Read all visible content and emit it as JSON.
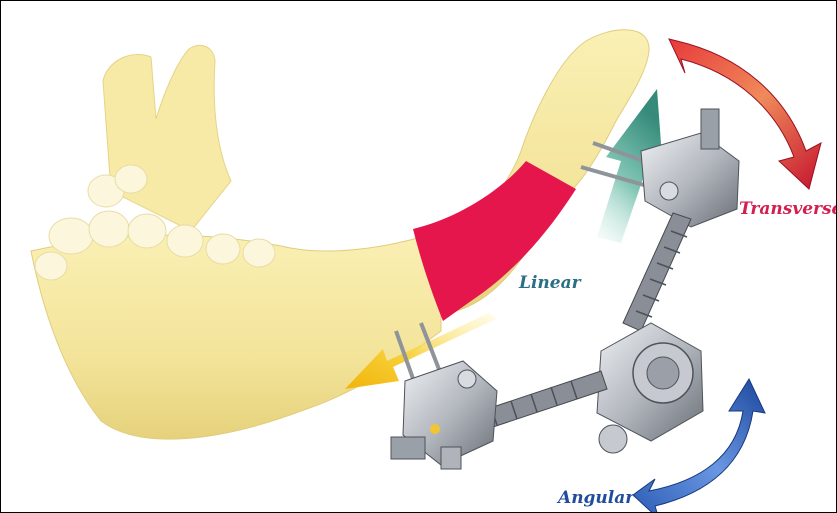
{
  "labels": {
    "transverse": "Transverse",
    "linear": "Linear",
    "angular": "Angular"
  },
  "colors": {
    "bone": "#f5e9a2",
    "bone_shadow": "#e2cf78",
    "tooth": "#fbf6d6",
    "osteotomy": "#e4134a",
    "metal": "#b8bcc2",
    "metal_dark": "#5d626a",
    "arrow_red": "#d8283c",
    "arrow_green": "#2a8a78",
    "arrow_yellow": "#f4c21a",
    "arrow_blue": "#1f4fa8",
    "label_transverse": "#d21f4f",
    "label_linear": "#2b6f86",
    "label_angular": "#1f4d9c"
  },
  "icons": [
    "mandible-model",
    "distraction-device",
    "transverse-arrow",
    "linear-arrow",
    "angular-arrow"
  ]
}
